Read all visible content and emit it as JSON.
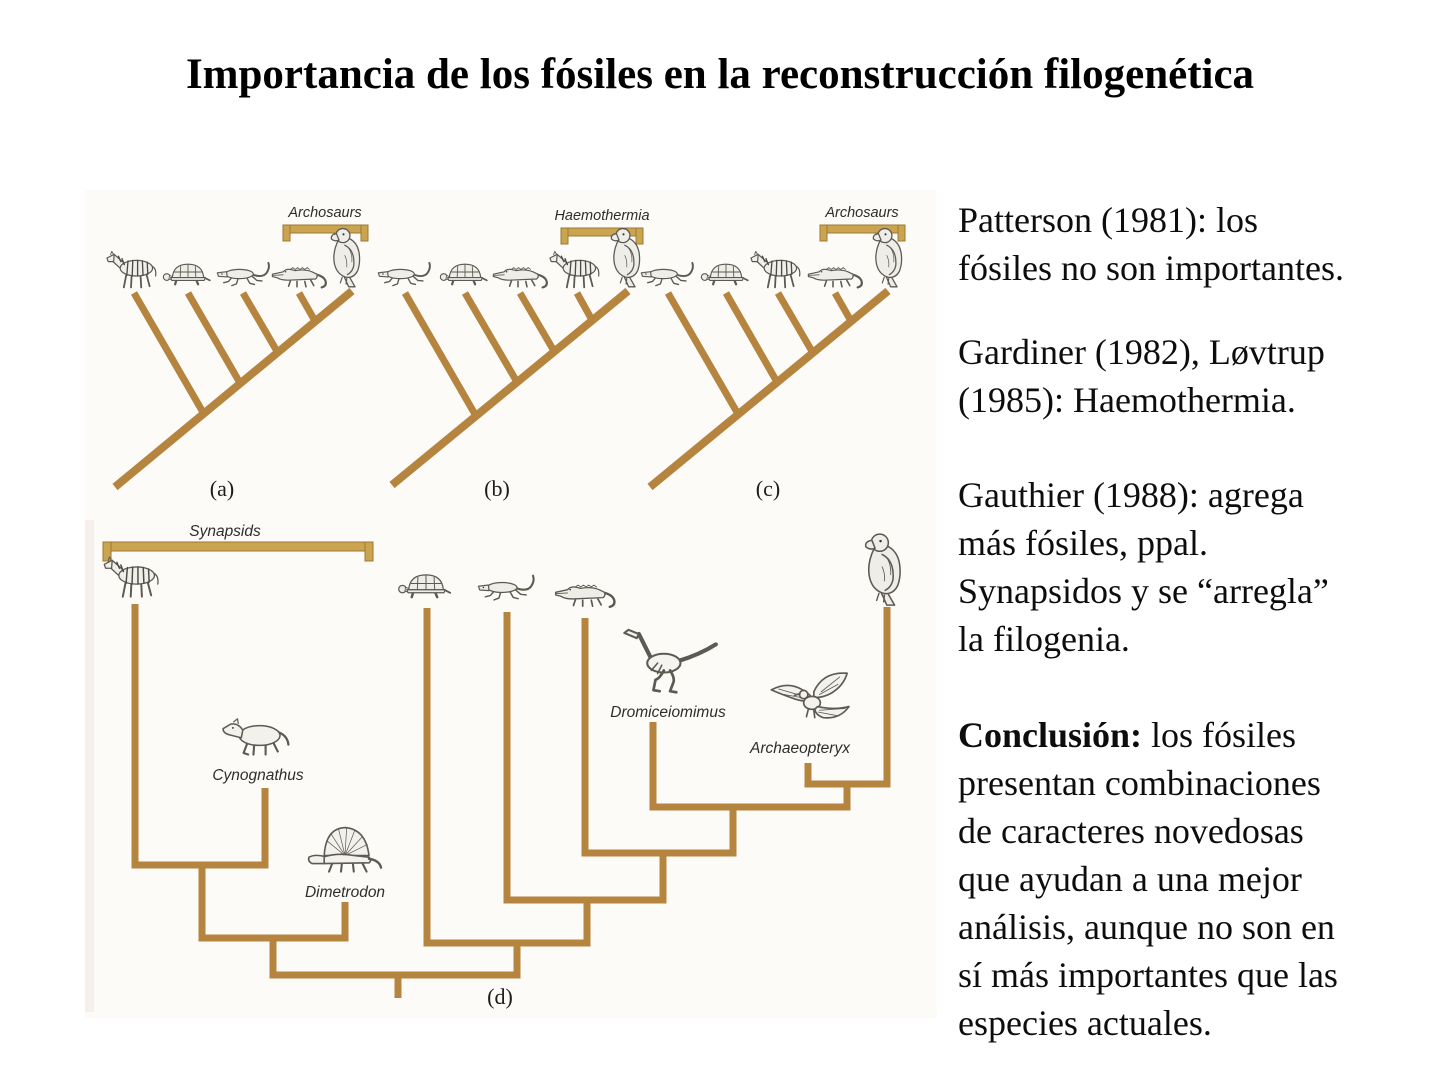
{
  "slide": {
    "title": "Importancia de los fósiles en la reconstrucción filogenética"
  },
  "figure": {
    "colors": {
      "branch": "#b5843f",
      "bracket": "#cba450",
      "animal_ink": "#5d5a54"
    },
    "panels": [
      {
        "id": "a",
        "label": "(a)",
        "clade_label": "Archosaurs",
        "taxa": [
          "zebra",
          "turtle",
          "lizard",
          "crocodile",
          "parrot"
        ]
      },
      {
        "id": "b",
        "label": "(b)",
        "clade_label": "Haemothermia",
        "taxa": [
          "lizard",
          "turtle",
          "crocodile",
          "zebra",
          "parrot"
        ]
      },
      {
        "id": "c",
        "label": "(c)",
        "clade_label": "Archosaurs",
        "taxa": [
          "lizard",
          "turtle",
          "zebra",
          "crocodile",
          "parrot"
        ]
      },
      {
        "id": "d",
        "label": "(d)",
        "clade_label": "Synapsids",
        "taxa": [
          "zebra",
          "Cynognathus",
          "Dimetrodon",
          "turtle",
          "lizard",
          "crocodile",
          "Dromiceiomimus",
          "Archaeopteryx",
          "parrot"
        ],
        "fossils": [
          "Cynognathus",
          "Dimetrodon",
          "Dromiceiomimus",
          "Archaeopteryx"
        ]
      }
    ]
  },
  "notes": [
    {
      "text": "Patterson (1981): los\nfósiles no son importantes."
    },
    {
      "text": "Gardiner (1982), Løvtrup\n(1985): Haemothermia."
    },
    {
      "text": "Gauthier (1988): agrega\nmás fósiles, ppal.\nSynapsidos y se “arregla”\nla filogenia."
    },
    {
      "bold": "Conclusión:",
      "text": " los fósiles\npresentan combinaciones\nde caracteres novedosas\nque ayudan a una mejor\nanálisis, aunque no son en\nsí más importantes que las\nespecies actuales."
    }
  ]
}
